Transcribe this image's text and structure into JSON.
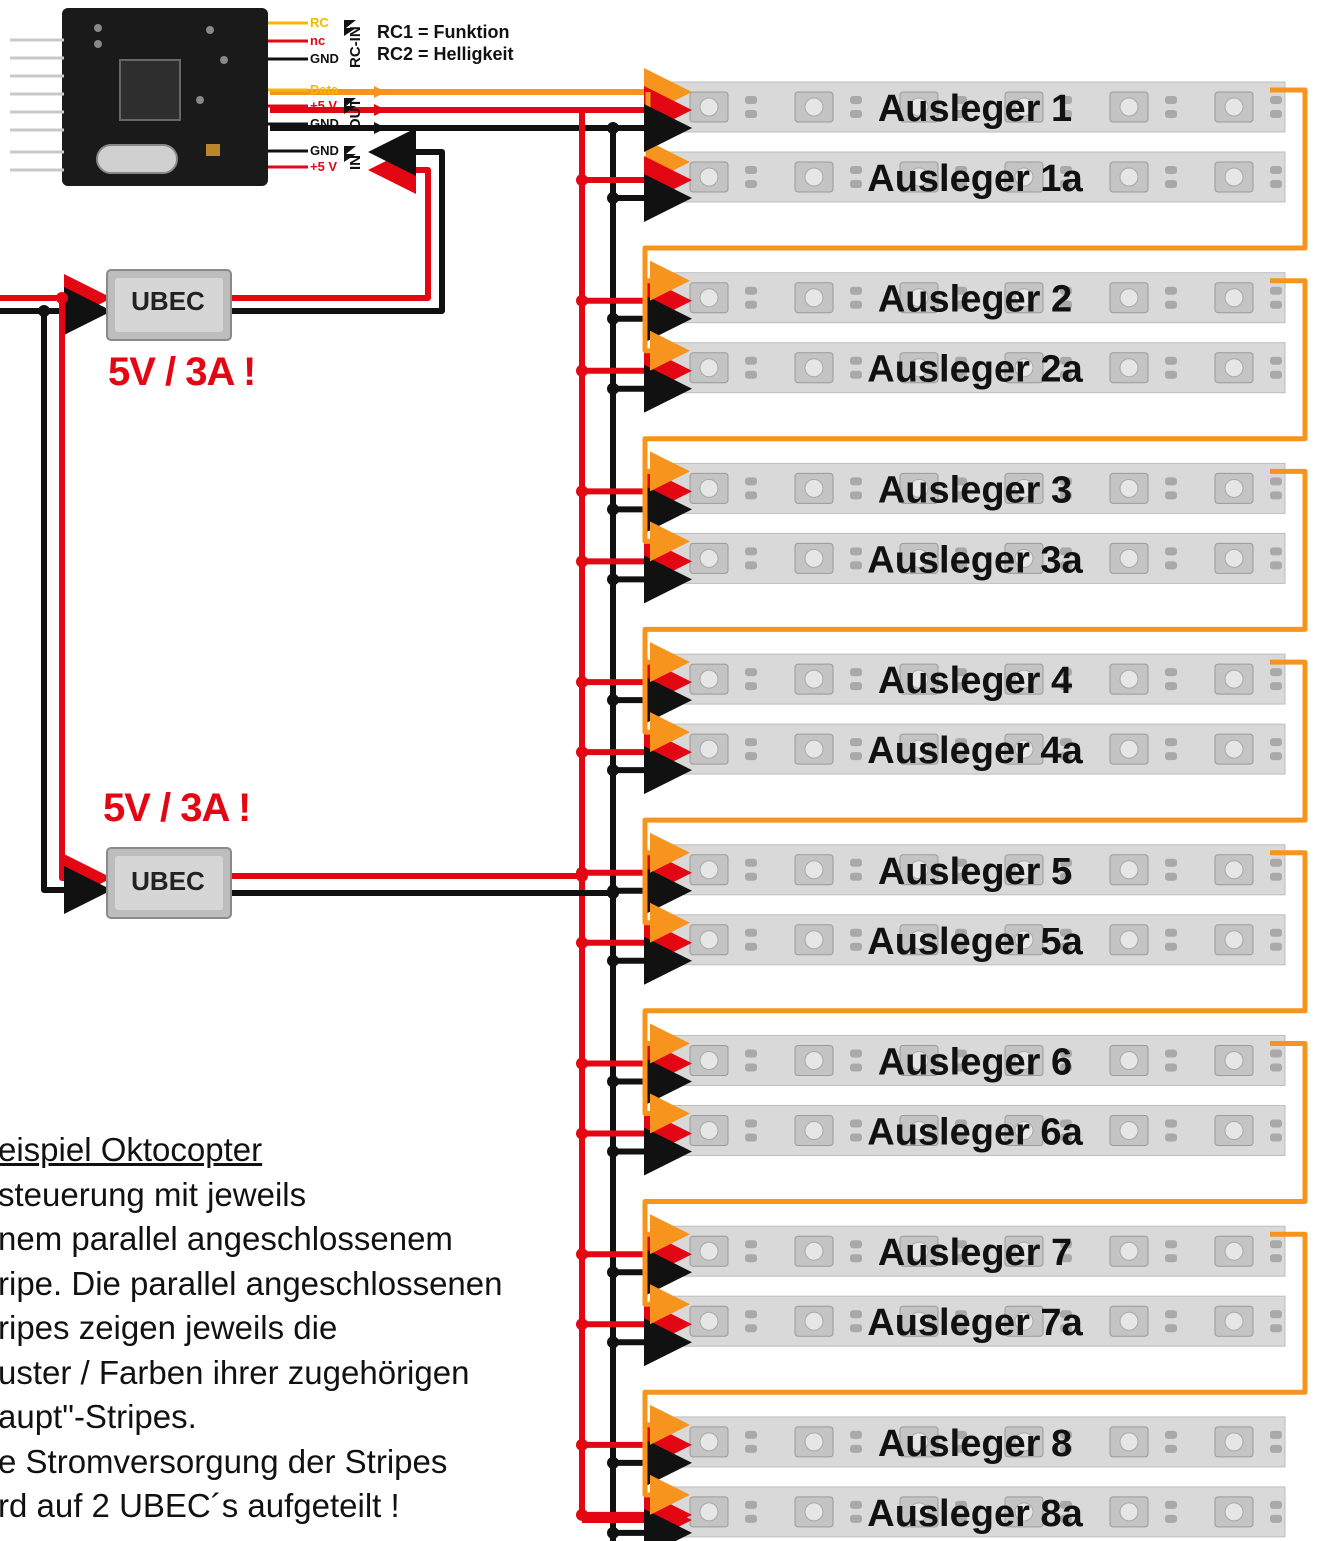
{
  "controller": {
    "pins": [
      {
        "text": "RC",
        "color": "#f5b800"
      },
      {
        "text": "nc",
        "color": "#e30613"
      },
      {
        "text": "GND",
        "color": "#111111"
      },
      {
        "text": "Data",
        "color": "#f5b800"
      },
      {
        "text": "+5 V",
        "color": "#e30613"
      },
      {
        "text": "GND",
        "color": "#111111"
      },
      {
        "text": "GND",
        "color": "#111111"
      },
      {
        "text": "+5 V",
        "color": "#e30613"
      }
    ],
    "groups": {
      "rc_in": "RC-IN",
      "out": "OUT",
      "in": "IN"
    },
    "rc_notes": [
      "RC1 = Funktion",
      "RC2 = Helligkeit"
    ]
  },
  "ubec": {
    "label": "UBEC",
    "rating": "5V / 3A !"
  },
  "strips": [
    "Ausleger 1",
    "Ausleger 1a",
    "Ausleger 2",
    "Ausleger 2a",
    "Ausleger 3",
    "Ausleger 3a",
    "Ausleger 4",
    "Ausleger 4a",
    "Ausleger 5",
    "Ausleger 5a",
    "Ausleger 6",
    "Ausleger 6a",
    "Ausleger 7",
    "Ausleger 7a",
    "Ausleger 8",
    "Ausleger 8a"
  ],
  "note": {
    "title": "eispiel Oktocopter",
    "lines": [
      "steuerung mit jeweils",
      "nem parallel angeschlossenem",
      "ripe. Die parallel angeschlossenen",
      "ripes zeigen jeweils die",
      "uster / Farben ihrer zugehörigen",
      "aupt\"-Stripes.",
      "e Stromversorgung der Stripes",
      "rd auf 2 UBEC´s aufgeteilt !"
    ]
  },
  "colors": {
    "data": "#f7941d",
    "plus": "#e30613",
    "gnd": "#111111",
    "strip": "#d9d9d9",
    "board": "#1a1a1a"
  }
}
